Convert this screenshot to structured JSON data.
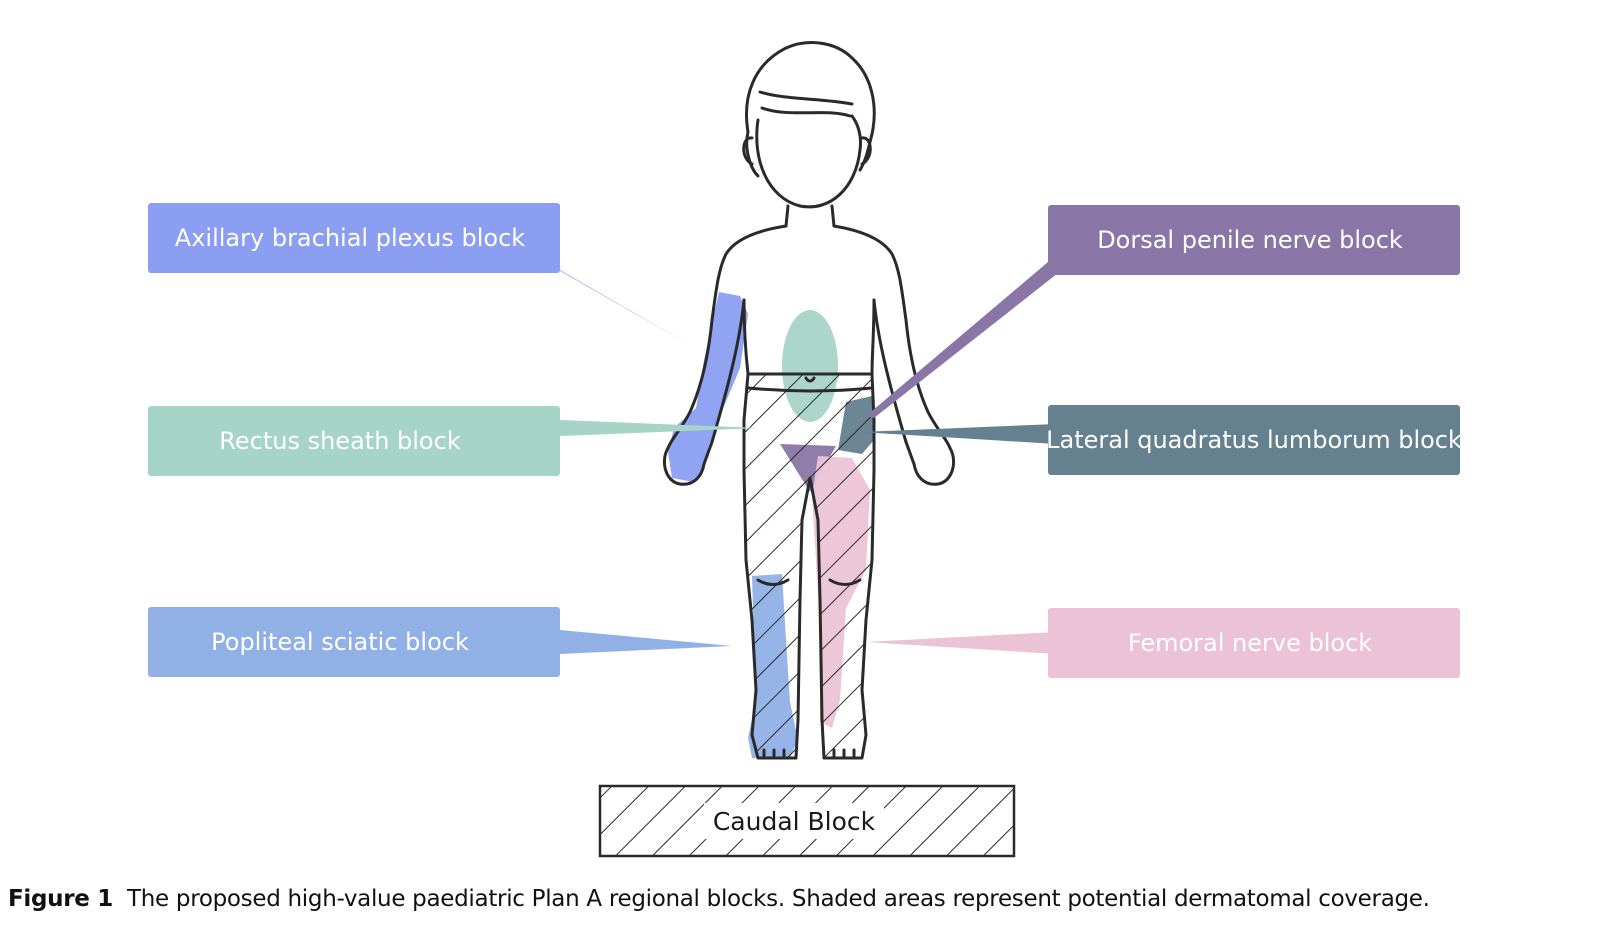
{
  "colors": {
    "axillary": "#8b9ef2",
    "rectus": "#a6d4c6",
    "popliteal": "#90b0e6",
    "dorsal_penile": "#8a76a6",
    "quadratus": "#65808f",
    "femoral": "#ecc3d6",
    "outline": "#2a2a2a"
  },
  "icons": {
    "figure": "child-figure-icon",
    "hatch": "diagonal-hatch-pattern"
  },
  "labels": {
    "axillary": "Axillary brachial plexus block",
    "rectus": "Rectus sheath block",
    "popliteal": "Popliteal sciatic block",
    "dorsal_penile": "Dorsal penile nerve block",
    "quadratus": "Lateral quadratus lumborum block",
    "femoral": "Femoral nerve block",
    "caudal": "Caudal Block"
  },
  "caption": {
    "label": "Figure 1",
    "text": "The proposed high-value paediatric Plan A regional blocks. Shaded areas represent potential dermatomal coverage."
  }
}
